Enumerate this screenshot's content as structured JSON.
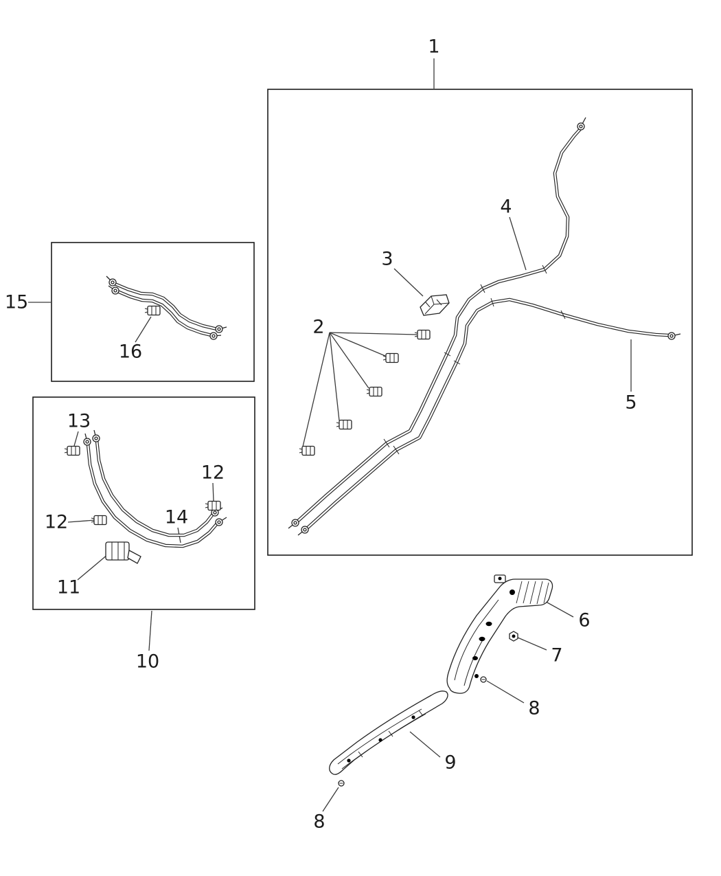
{
  "figure": {
    "kind": "exploded-parts-diagram",
    "colors": {
      "background": "#ffffff",
      "line": "#232323",
      "label": "#1b1b1b"
    }
  },
  "callouts": {
    "n1": "1",
    "n2": "2",
    "n3": "3",
    "n4": "4",
    "n5": "5",
    "n6": "6",
    "n7": "7",
    "n8_upper": "8",
    "n8_lower": "8",
    "n9": "9",
    "n10": "10",
    "n11": "11",
    "n12_right": "12",
    "n12_left": "12",
    "n13": "13",
    "n14": "14",
    "n15": "15",
    "n16": "16"
  }
}
